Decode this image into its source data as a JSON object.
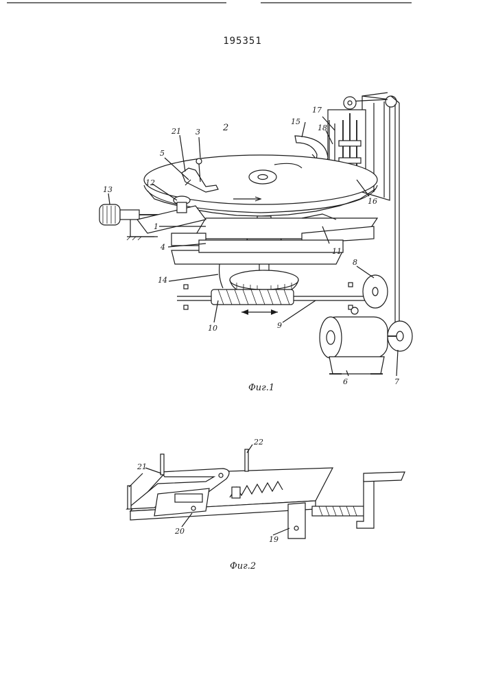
{
  "page_number": "195351",
  "figure1": {
    "caption": "Фиг.1",
    "labels": [
      "1",
      "2",
      "3",
      "4",
      "5",
      "6",
      "7",
      "8",
      "9",
      "10",
      "11",
      "12",
      "13",
      "14",
      "15",
      "16",
      "17",
      "18",
      "21"
    ]
  },
  "figure2": {
    "caption": "Фиг.2",
    "labels": [
      "19",
      "20",
      "21",
      "22"
    ]
  },
  "colors": {
    "ink": "#1a1a1a",
    "paper": "#ffffff"
  }
}
